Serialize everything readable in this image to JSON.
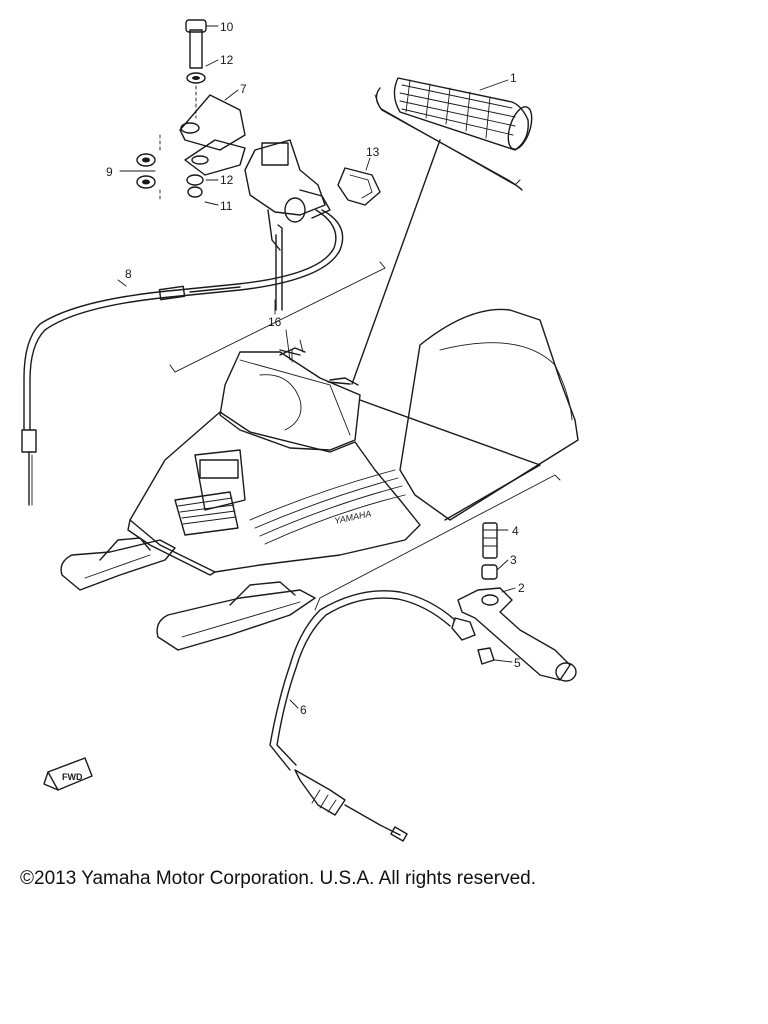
{
  "diagram": {
    "callouts": [
      {
        "id": "callout-1",
        "text": "1"
      },
      {
        "id": "callout-2",
        "text": "2"
      },
      {
        "id": "callout-3",
        "text": "3"
      },
      {
        "id": "callout-4",
        "text": "4"
      },
      {
        "id": "callout-5",
        "text": "5"
      },
      {
        "id": "callout-6",
        "text": "6"
      },
      {
        "id": "callout-7",
        "text": "7"
      },
      {
        "id": "callout-8",
        "text": "8"
      },
      {
        "id": "callout-9",
        "text": "9"
      },
      {
        "id": "callout-10",
        "text": "10"
      },
      {
        "id": "callout-11",
        "text": "11"
      },
      {
        "id": "callout-12a",
        "text": "12"
      },
      {
        "id": "callout-12b",
        "text": "12"
      },
      {
        "id": "callout-13",
        "text": "13"
      },
      {
        "id": "callout-16",
        "text": "16"
      }
    ],
    "hood_brand": "YAMAHA",
    "direction_badge": "FWD"
  },
  "footer": {
    "copyright": "©2013 Yamaha Motor Corporation. U.S.A. All rights reserved."
  }
}
